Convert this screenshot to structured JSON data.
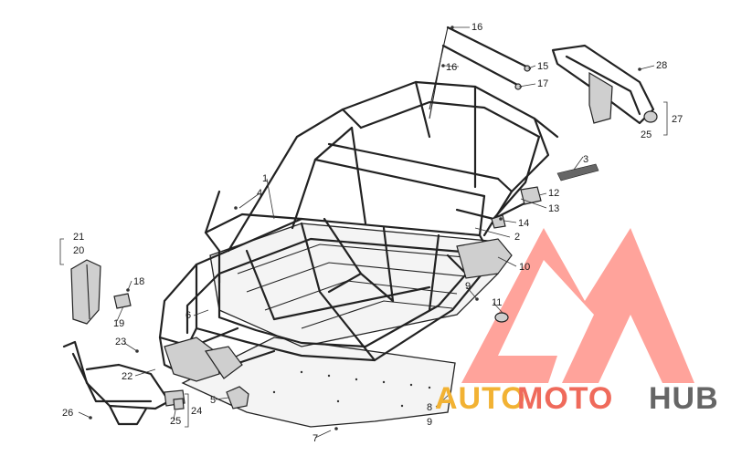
{
  "watermark": {
    "part1": "AUTO",
    "part2": "MOTO",
    "part3": "HUB",
    "colors": {
      "auto": "#f2b233",
      "moto": "#ef6a5b",
      "hub": "#666666",
      "logo": "#ff6b5e"
    }
  },
  "callouts": {
    "c1": "1",
    "c2": "2",
    "c3": "3",
    "c4": "4",
    "c5": "5",
    "c6": "6",
    "c7": "7",
    "c8": "8",
    "c9a": "9",
    "c9b": "9",
    "c10": "10",
    "c11": "11",
    "c12": "12",
    "c13": "13",
    "c14": "14",
    "c15": "15",
    "c16a": "16",
    "c16b": "16",
    "c17": "17",
    "c18": "18",
    "c19": "19",
    "c20": "20",
    "c21": "21",
    "c22": "22",
    "c23": "23",
    "c24": "24",
    "c25a": "25",
    "c25b": "25",
    "c26": "26",
    "c27": "27",
    "c28": "28"
  }
}
